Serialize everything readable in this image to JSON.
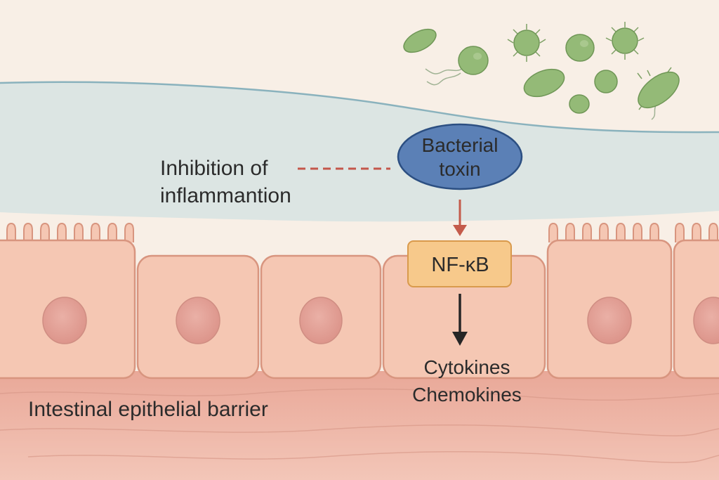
{
  "labels": {
    "inhibition_line1": "Inhibition of",
    "inhibition_line2": "inflammantion",
    "bacterial_toxin_line1": "Bacterial",
    "bacterial_toxin_line2": "toxin",
    "nf_kb": "NF-κB",
    "cytokines": "Cytokines",
    "chemokines": "Chemokines",
    "barrier": "Intestinal epithelial barrier"
  },
  "colors": {
    "background": "#f8efe6",
    "lumen": "#dce5e3",
    "lumen_edge": "#8ab2bd",
    "cell_fill": "#f5c7b3",
    "cell_edge": "#d8957f",
    "nucleus": "#e6a49a",
    "tissue": "#eeb2a2",
    "bacteria": "#94ba77",
    "toxin_fill": "#5b80b6",
    "toxin_edge": "#2c4f82",
    "nfkb_fill": "#f7c98b",
    "nfkb_edge": "#d99a4c",
    "activation_arrow": "#c45b4b",
    "inhibition_line": "#c4574b",
    "output_arrow": "#262626"
  }
}
